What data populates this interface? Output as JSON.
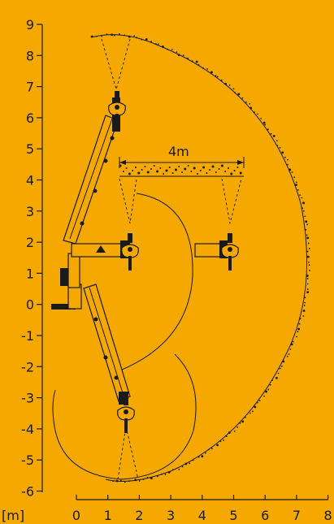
{
  "x_ticks": [
    "0",
    "1",
    "2",
    "3",
    "4",
    "5",
    "6",
    "7",
    "8"
  ],
  "y_ticks": [
    "9",
    "8",
    "7",
    "6",
    "5",
    "4",
    "3",
    "2",
    "1",
    "0",
    "-1",
    "-2",
    "-3",
    "-4",
    "-5",
    "-6"
  ],
  "unit_label": "[m]",
  "dimension_label": "4m",
  "colors": {
    "background": "#f5a800",
    "ink": "#1a1a1a"
  },
  "icons": [
    "crane-boom-icon",
    "clamshell-grab-icon",
    "material-heap-icon"
  ]
}
